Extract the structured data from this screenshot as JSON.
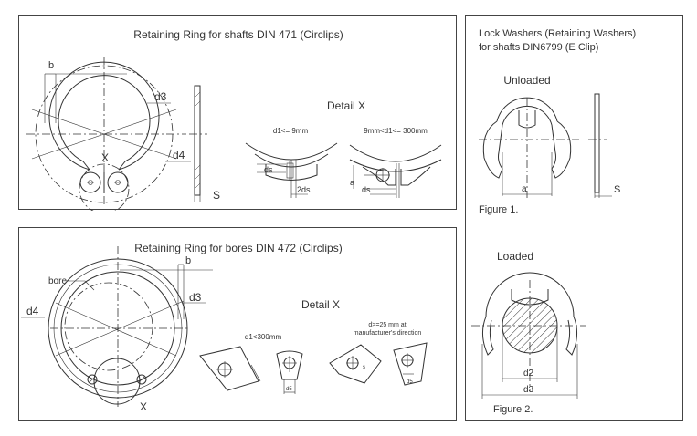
{
  "shaft_ring": {
    "title": "Retaining Ring for shafts DIN 471 (Circlips)",
    "label_b": "b",
    "label_d3": "d3",
    "label_d4": "d4",
    "label_x": "X",
    "label_s": "S",
    "detail_title": "Detail X",
    "detail_small": "d1<= 9mm",
    "detail_large": "9mm<d1<= 300mm",
    "label_ds": "ds",
    "label_2ds": "2ds",
    "label_a": "a"
  },
  "bore_ring": {
    "title": "Retaining Ring for bores DIN 472 (Circlips)",
    "label_b": "b",
    "label_bore": "bore",
    "label_d3": "d3",
    "label_d4": "d4",
    "label_x": "X",
    "detail_title": "Detail X",
    "detail_small": "d1<300mm",
    "detail_large_1": "d>=25 mm at",
    "detail_large_2": "manufacturer's direction",
    "label_ds": "d5",
    "label_s": "s"
  },
  "e_clip": {
    "title_1": "Lock Washers (Retaining Washers)",
    "title_2": "for shafts DIN6799 (E Clip)",
    "unloaded": "Unloaded",
    "label_a": "a",
    "label_s": "S",
    "figure1": "Figure 1.",
    "loaded": "Loaded",
    "label_d2": "d2",
    "label_d3": "d3",
    "figure2": "Figure 2."
  }
}
